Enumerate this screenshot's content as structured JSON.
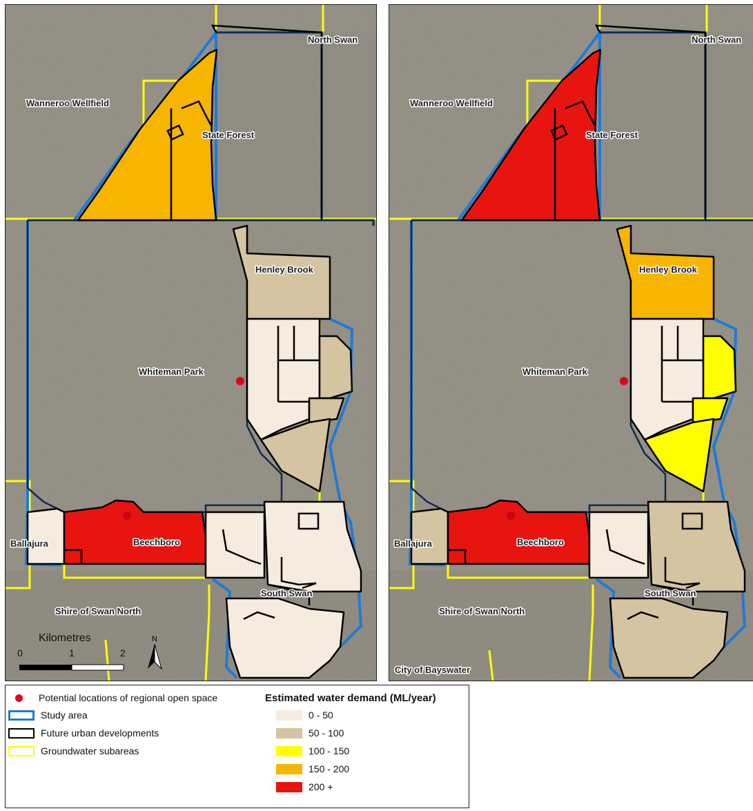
{
  "maps": [
    {
      "id": "left",
      "labels": {
        "north_swan": "North Swan",
        "wanneroo": "Wanneroo Wellfield",
        "state_forest": "State Forest",
        "henley_brook": "Henley Brook",
        "whiteman_park": "Whiteman Park",
        "ballajura": "Ballajura",
        "beechboro": "Beechboro",
        "south_swan": "South Swan",
        "shire_swan_north": "Shire of Swan North"
      },
      "zones": {
        "north": "#f7b500",
        "henley": "#d5c4a1",
        "east_upper": "#f5ecdf",
        "east_strip": "#d5c4a1",
        "east_small": "#d5c4a1",
        "east_lower": "#d5c4a1",
        "ballajura": "#f5ecdf",
        "beechboro": "#e8140f",
        "south_west": "#f5ecdf",
        "south_east": "#f5ecdf",
        "south_bottom": "#f5ecdf"
      }
    },
    {
      "id": "right",
      "labels": {
        "north_swan": "North Swan",
        "wanneroo": "Wanneroo Wellfield",
        "state_forest": "State Forest",
        "henley_brook": "Henley Brook",
        "whiteman_park": "Whiteman Park",
        "ballajura": "Ballajura",
        "beechboro": "Beechboro",
        "south_swan": "South Swan",
        "city_bayswater": "City of Bayswater"
      },
      "zones": {
        "north": "#e8140f",
        "henley": "#f7b500",
        "east_upper": "#f5ecdf",
        "east_strip": "#ffff00",
        "east_small": "#ffff00",
        "east_lower": "#ffff00",
        "ballajura": "#d5c4a1",
        "beechboro": "#e8140f",
        "south_west": "#f5ecdf",
        "south_east": "#d5c4a1",
        "south_bottom": "#d5c4a1"
      }
    }
  ],
  "scale_bar": {
    "unit": "Kilometres",
    "ticks": [
      "0",
      "1",
      "2"
    ]
  },
  "legend": {
    "title": "Estimated water demand (ML/year)",
    "items": [
      {
        "label": "Potential locations of regional open space",
        "symbol": "red-dot-icon",
        "color": "#e2001a"
      },
      {
        "label": "Study area",
        "symbol": "blue-outline-icon",
        "color": "#1f7bd6"
      },
      {
        "label": "Future urban developments",
        "symbol": "black-outline-icon",
        "color": "#000000"
      },
      {
        "label": "Groundwater subareas",
        "symbol": "yellow-outline-icon",
        "color": "#ffff00"
      }
    ],
    "classes": [
      {
        "label": "0 - 50",
        "color": "#f5ecdf"
      },
      {
        "label": "50 - 100",
        "color": "#d5c4a1"
      },
      {
        "label": "100 - 150",
        "color": "#ffff00"
      },
      {
        "label": "150 - 200",
        "color": "#f7b500"
      },
      {
        "label": "200 +",
        "color": "#e8140f"
      }
    ]
  },
  "colors": {
    "study_area": "#1f7bd6",
    "groundwater": "#ffff00",
    "aerial": "#8f8d83"
  }
}
